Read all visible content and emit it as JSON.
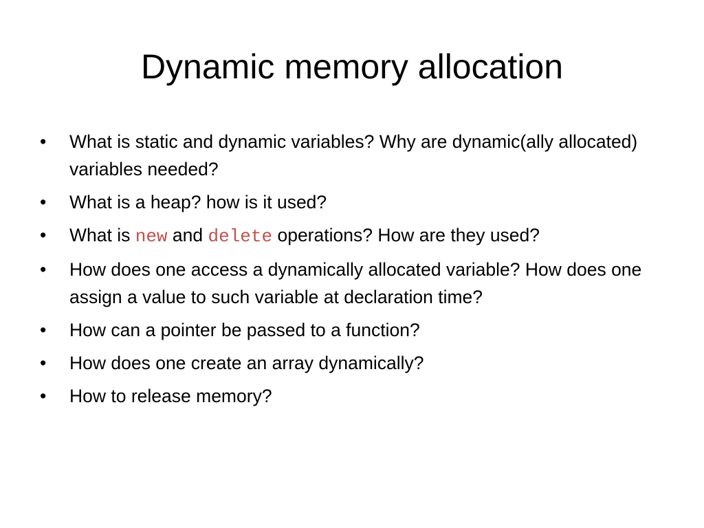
{
  "slide": {
    "title": "Dynamic memory allocation",
    "bullet_marker": "•",
    "bullets": [
      {
        "text": "What is static and dynamic variables? Why are dynamic(ally allocated) variables needed?"
      },
      {
        "text": "What is a heap? how is it used?"
      },
      {
        "parts": {
          "before": "What is ",
          "code1": "new",
          "middle": " and ",
          "code2": "delete",
          "after": " operations? How are they used?"
        }
      },
      {
        "text": "How does one access a dynamically allocated variable? How does one assign a value to such variable at declaration time?"
      },
      {
        "text": "How can a pointer be passed to a function?"
      },
      {
        "text": "How does one create an array dynamically?"
      },
      {
        "text": "How to release memory?"
      }
    ]
  },
  "colors": {
    "code_keyword": "#c0504d",
    "text": "#000000",
    "background": "#ffffff"
  }
}
